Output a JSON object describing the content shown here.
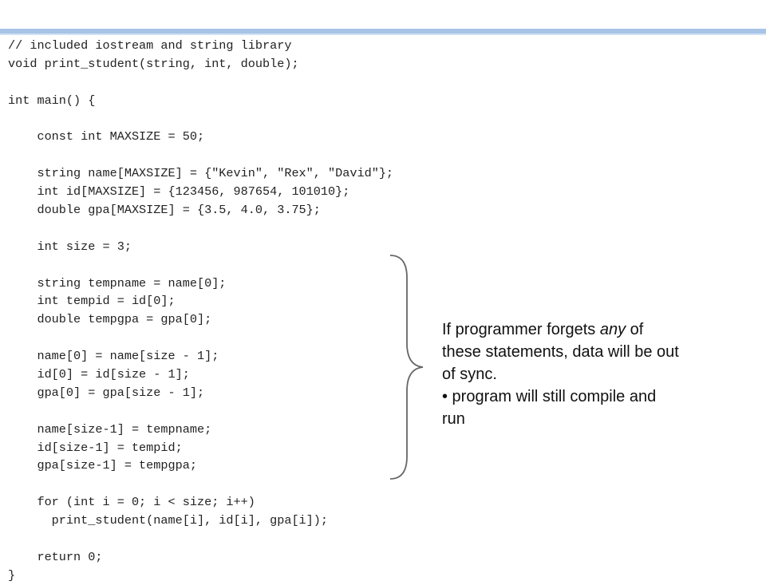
{
  "code": {
    "lines": [
      "// included iostream and string library",
      "void print_student(string, int, double);",
      "",
      "int main() {",
      "",
      "    const int MAXSIZE = 50;",
      "",
      "    string name[MAXSIZE] = {\"Kevin\", \"Rex\", \"David\"};",
      "    int id[MAXSIZE] = {123456, 987654, 101010};",
      "    double gpa[MAXSIZE] = {3.5, 4.0, 3.75};",
      "",
      "    int size = 3;",
      "",
      "    string tempname = name[0];",
      "    int tempid = id[0];",
      "    double tempgpa = gpa[0];",
      "",
      "    name[0] = name[size - 1];",
      "    id[0] = id[size - 1];",
      "    gpa[0] = gpa[size - 1];",
      "",
      "    name[size-1] = tempname;",
      "    id[size-1] = tempid;",
      "    gpa[size-1] = tempgpa;",
      "",
      "    for (int i = 0; i < size; i++)",
      "      print_student(name[i], id[i], gpa[i]);",
      "",
      "    return 0;",
      "}"
    ]
  },
  "note": {
    "line1_before": "If programmer forgets ",
    "line1_emph": "any",
    "line1_after": " of these statements, data will be out of sync.",
    "bullet": "•  program will still compile and run"
  },
  "colors": {
    "accent_bar": "#a7c4e7",
    "brace": "#666666"
  }
}
